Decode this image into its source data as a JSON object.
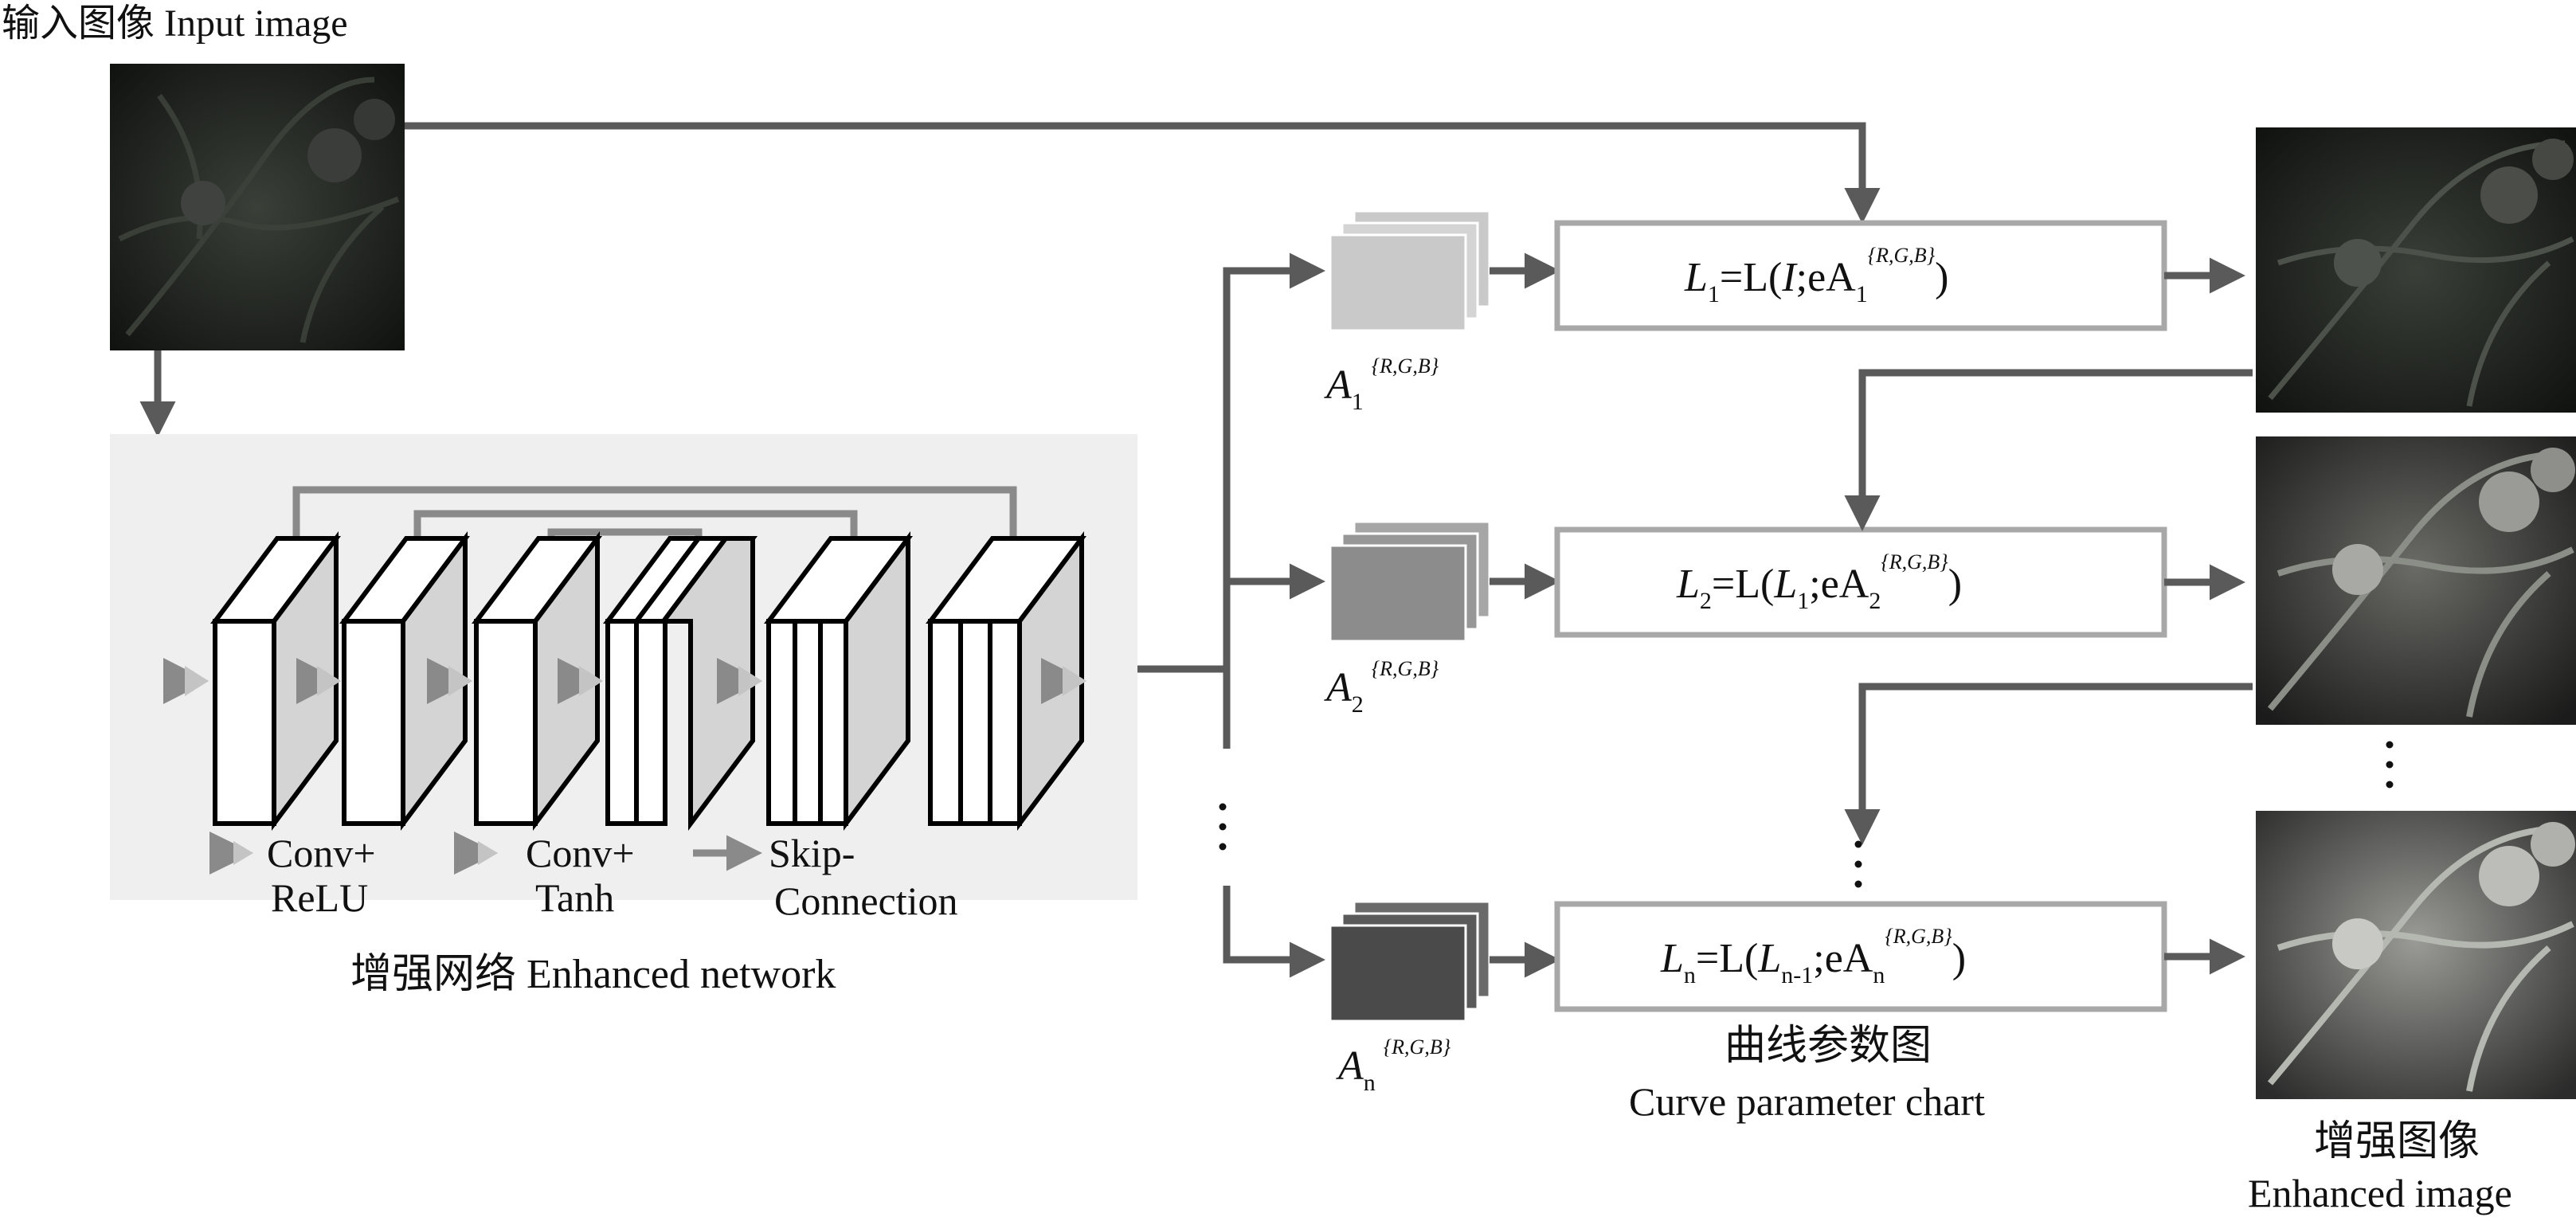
{
  "input": {
    "label": "输入图像 Input image"
  },
  "network": {
    "caption": "增强网络 Enhanced network",
    "legend": {
      "conv_relu_1": "Conv+",
      "conv_relu_2": "ReLU",
      "conv_tanh_1": "Conv+",
      "conv_tanh_2": "Tanh",
      "skip_1": "Skip-",
      "skip_2": "Connection"
    }
  },
  "maps": [
    {
      "base": "A",
      "sub": "1",
      "sup": "{R,G,B}",
      "color": "#c9c9c9"
    },
    {
      "base": "A",
      "sub": "2",
      "sup": "{R,G,B}",
      "color": "#8c8c8c"
    },
    {
      "base": "A",
      "sub": "n",
      "sup": "{R,G,B}",
      "color": "#4a4a4a"
    }
  ],
  "equations": [
    {
      "lhs_base": "L",
      "lhs_sub": "1",
      "open": "=L(",
      "arg_base": "I",
      "arg_sub": "",
      "mid": ";eA",
      "a_sub": "1",
      "sup": "{R,G,B}",
      "close": ")"
    },
    {
      "lhs_base": "L",
      "lhs_sub": "2",
      "open": "=L(",
      "arg_base": "L",
      "arg_sub": "1",
      "mid": ";eA",
      "a_sub": "2",
      "sup": "{R,G,B}",
      "close": ")"
    },
    {
      "lhs_base": "L",
      "lhs_sub": "n",
      "open": "=L(",
      "arg_base": "L",
      "arg_sub": "n-1",
      "mid": ";eA",
      "a_sub": "n",
      "sup": "{R,G,B}",
      "close": ")"
    }
  ],
  "curve_caption": {
    "line1": "曲线参数图",
    "line2": "Curve parameter chart"
  },
  "output": {
    "line1": "增强图像",
    "line2": "Enhanced image"
  },
  "colors": {
    "arrow": "#5a5a5a",
    "panel": "#efefef",
    "box_border": "#a8a8a8",
    "photo_dark": "#1b1f1b"
  }
}
